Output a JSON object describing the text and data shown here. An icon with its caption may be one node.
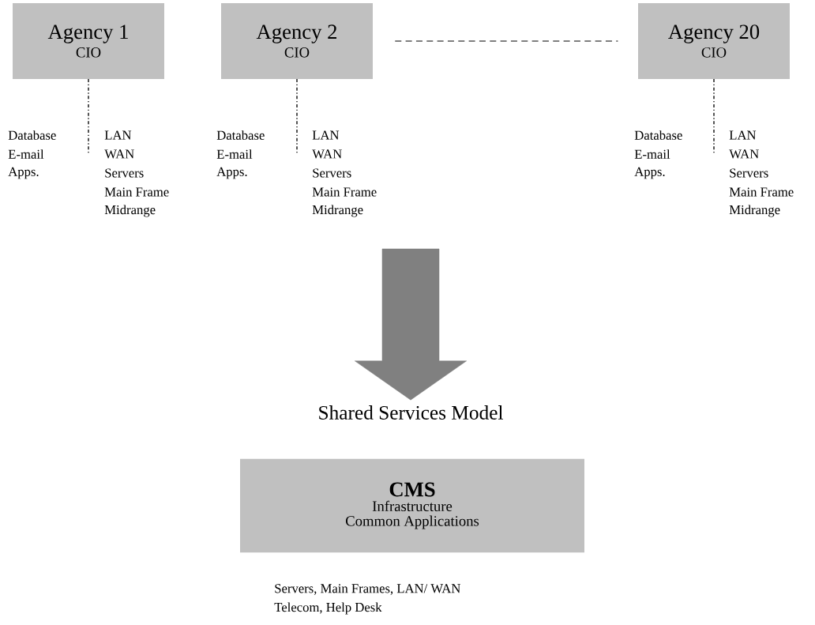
{
  "diagram": {
    "nodes": [
      {
        "text": [
          "Agency 1",
          "CIO"
        ]
      },
      {
        "text": [
          "Agency 2",
          "CIO"
        ]
      },
      {
        "text": [
          "Agency 20",
          "CIO"
        ]
      },
      {
        "text": [
          "Shared Services Model"
        ]
      },
      {
        "text": [
          "CMS",
          "Infrastructure",
          "Common Applications"
        ]
      }
    ],
    "edges": [
      {
        "from": 1,
        "to": 2,
        "arrow": "none",
        "style": "dashed"
      },
      {
        "from": null,
        "to": 3,
        "arrow": "to",
        "style": "thick",
        "color": "#808080"
      }
    ],
    "labels": [
      "Database",
      "E-mail",
      "Apps.",
      "LAN",
      "WAN",
      "Servers",
      "Main Frame",
      "Midrange",
      "Database",
      "E-mail",
      "Apps.",
      "LAN",
      "WAN",
      "Servers",
      "Main Frame",
      "Midrange",
      "Database",
      "E-mail",
      "Apps.",
      "LAN",
      "WAN",
      "Servers",
      "Main Frame",
      "Midrange",
      "Servers, Main Frames, LAN/ WAN",
      "Telecom, Help Desk"
    ]
  }
}
